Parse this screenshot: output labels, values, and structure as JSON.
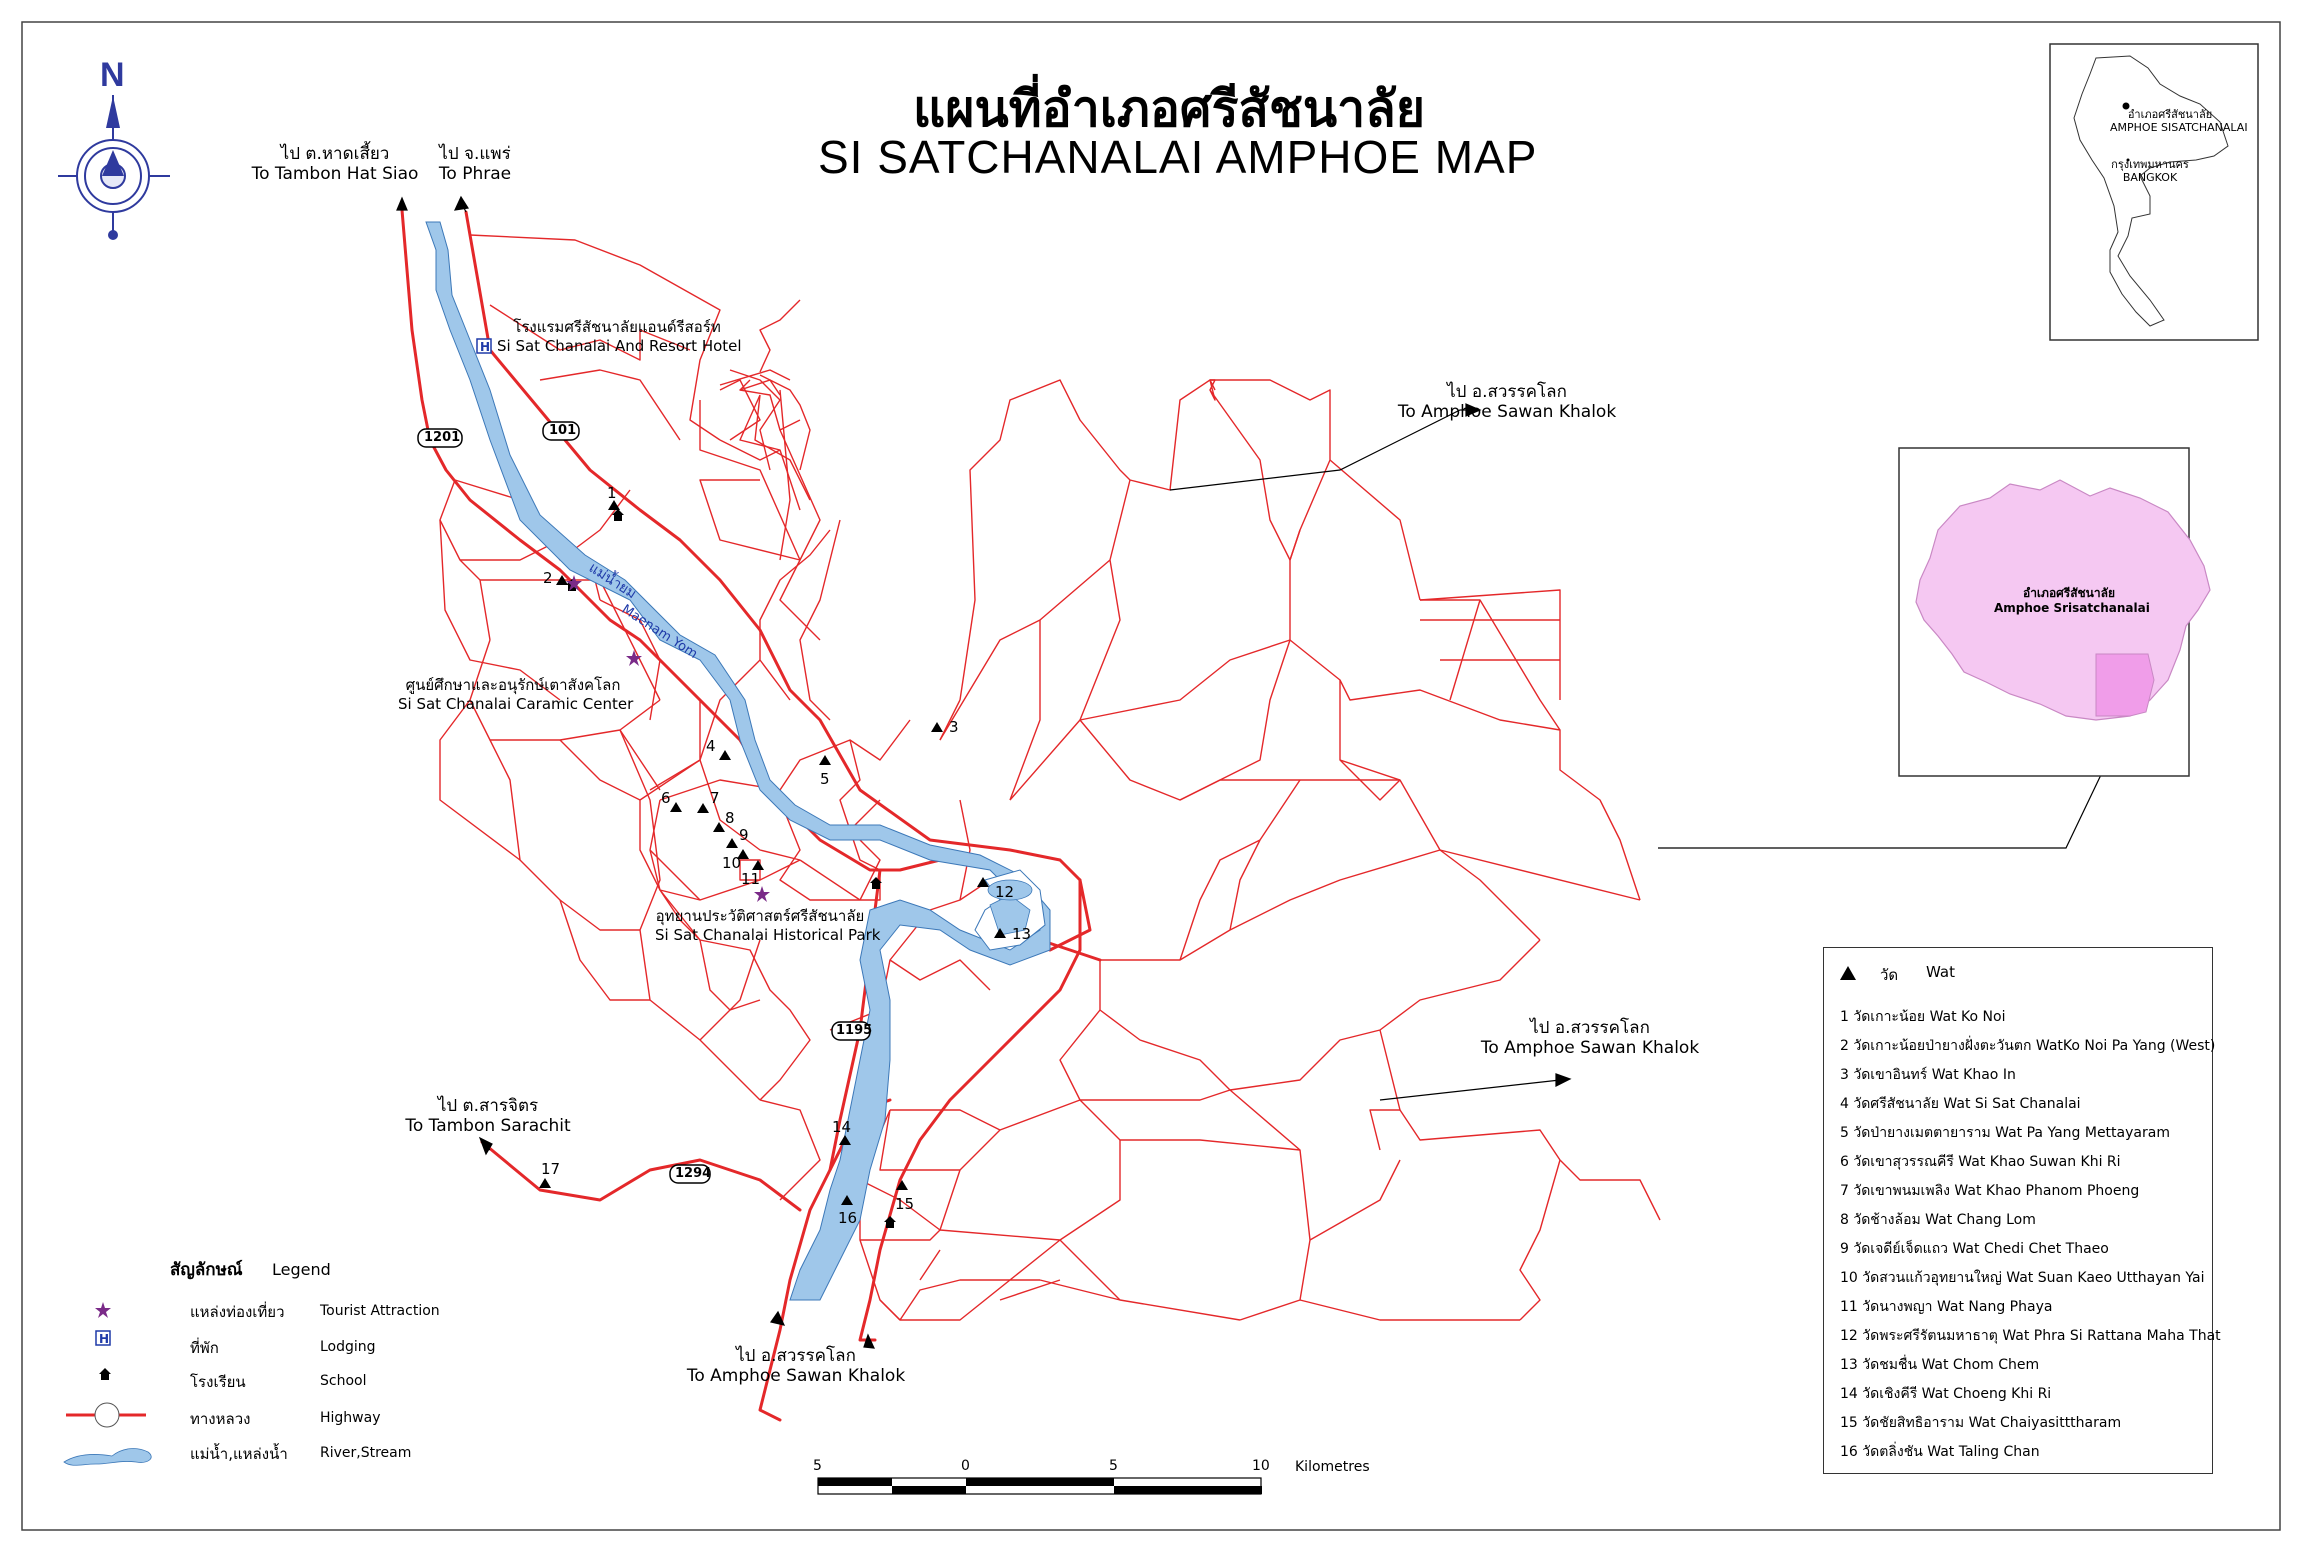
{
  "title": {
    "thai": "แผนที่อำเภอศรีสัชนาลัย",
    "english": "SI SATCHANALAI AMPHOE MAP"
  },
  "compass": {
    "label": "N"
  },
  "directions": [
    {
      "id": "hat-siao",
      "thai": "ไป ต.หาดเสี้ยว",
      "english": "To Tambon Hat Siao"
    },
    {
      "id": "phrae",
      "thai": "ไป จ.แพร่",
      "english": "To Phrae"
    },
    {
      "id": "sawan-ne",
      "thai": "ไป อ.สวรรคโลก",
      "english": "To Amphoe Sawan Khalok"
    },
    {
      "id": "sawan-e",
      "thai": "ไป อ.สวรรคโลก",
      "english": "To Amphoe Sawan Khalok"
    },
    {
      "id": "sarachit",
      "thai": "ไป ต.สารจิตร",
      "english": "To Tambon Sarachit"
    },
    {
      "id": "sawan-s",
      "thai": "ไป อ.สวรรคโลก",
      "english": "To Amphoe Sawan Khalok"
    }
  ],
  "places": {
    "hotel": {
      "thai": "โรงแรมศรีสัชนาลัยแอนด์รีสอร์ท",
      "english": "Si Sat Chanalai And Resort Hotel"
    },
    "ceramic": {
      "thai": "ศูนย์ศึกษาและอนุรักษ์เตาสังคโลก",
      "english": "Si Sat Chanalai Caramic Center"
    },
    "park": {
      "thai": "อุทยานประวัติศาสตร์ศรีสัชนาลัย",
      "english": "Si Sat Chanalai Historical Park"
    },
    "river": {
      "thai": "แม่น้ำยม",
      "english": "Maenam Yom"
    }
  },
  "highways": [
    "1201",
    "101",
    "1195",
    "1294"
  ],
  "wat_numbers": [
    "1",
    "2",
    "3",
    "4",
    "5",
    "6",
    "7",
    "8",
    "9",
    "10",
    "11",
    "12",
    "13",
    "14",
    "15",
    "16",
    "17"
  ],
  "legend": {
    "title_thai": "สัญลักษณ์",
    "title_english": "Legend",
    "items": [
      {
        "icon": "star-icon",
        "thai": "แหล่งท่องเที่ยว",
        "english": "Tourist Attraction"
      },
      {
        "icon": "lodging-icon",
        "thai": "ที่พัก",
        "english": "Lodging"
      },
      {
        "icon": "school-icon",
        "thai": "โรงเรียน",
        "english": "School"
      },
      {
        "icon": "highway-icon",
        "thai": "ทางหลวง",
        "english": "Highway"
      },
      {
        "icon": "river-icon",
        "thai": "แม่น้ำ,แหล่งน้ำ",
        "english": "River,Stream"
      }
    ],
    "lodging_glyph": "H"
  },
  "wat_list": {
    "header_thai": "วัด",
    "header_english": "Wat",
    "items": [
      "1  วัดเกาะน้อย  Wat Ko Noi",
      "2  วัดเกาะน้อยป่ายางฝั่งตะวันตก  WatKo Noi Pa Yang (West)",
      "3  วัดเขาอินทร์  Wat Khao In",
      "4  วัดศรีสัชนาลัย  Wat Si Sat Chanalai",
      "5  วัดป่ายางเมตตายาราม  Wat Pa Yang Mettayaram",
      "6  วัดเขาสุวรรณคีรี  Wat Khao Suwan Khi Ri",
      "7  วัดเขาพนมเพลิง  Wat Khao Phanom Phoeng",
      "8  วัดช้างล้อม  Wat Chang Lom",
      "9  วัดเจดีย์เจ็ดแถว  Wat Chedi Chet Thaeo",
      "10 วัดสวนแก้วอุทยานใหญ่  Wat Suan Kaeo Utthayan Yai",
      "11 วัดนางพญา  Wat Nang Phaya",
      "12 วัดพระศรีรัตนมหาธาตุ  Wat Phra Si Rattana Maha That",
      "13 วัดชมชื่น  Wat Chom Chem",
      "14 วัดเชิงคีรี  Wat Choeng Khi Ri",
      "15 วัดชัยสิทธิอาราม  Wat Chaiyasitttharam",
      "16 วัดตลิ่งชัน  Wat Taling Chan"
    ]
  },
  "scale": {
    "labels": [
      "5",
      "0",
      "5",
      "10"
    ],
    "unit": "Kilometres"
  },
  "inset_thailand": {
    "amphoe_thai": "อำเภอศรีสัชนาลัย",
    "amphoe_english": "AMPHOE SISATCHANALAI",
    "bangkok_thai": "กรุงเทพมหานคร",
    "bangkok_english": "BANGKOK"
  },
  "inset_province": {
    "thai": "อำเภอศรีสัชนาลัย",
    "english": "Amphoe Srisatchanalai"
  },
  "colors": {
    "road": "#e4282a",
    "river": "#9fc7ea",
    "river_outline": "#3c78b8",
    "province": "#f5c8f2",
    "district": "#f09de9",
    "compass": "#2f3a9e",
    "star": "#7a2a88",
    "lodging": "#1f3aa8"
  }
}
